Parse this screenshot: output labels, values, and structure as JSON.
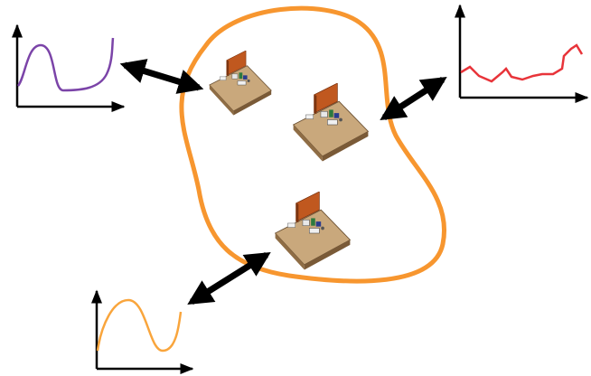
{
  "colors": {
    "background": "#ffffff",
    "region_outline": "#f7962f",
    "arrow": "#000000",
    "axis": "#000000",
    "curve_purple": "#7b44a8",
    "curve_red": "#e8343a",
    "curve_orange": "#f9a53c",
    "floor": "#c9a87c",
    "floor_side": "#8f6d45",
    "wall": "#c0581f",
    "wall_dark": "#7d3510"
  },
  "plots": [
    {
      "id": "plot-top-left",
      "series_color": "curve_purple",
      "shape": "bump-then-rise"
    },
    {
      "id": "plot-top-right",
      "series_color": "curve_red",
      "shape": "noisy-rising"
    },
    {
      "id": "plot-bottom-left",
      "series_color": "curve_orange",
      "shape": "wave"
    }
  ],
  "scenes": [
    {
      "id": "scene-top",
      "icon": "room-layout-icon"
    },
    {
      "id": "scene-middle",
      "icon": "room-layout-icon"
    },
    {
      "id": "scene-bottom",
      "icon": "room-layout-icon"
    }
  ],
  "arrows": [
    {
      "id": "arrow-top-left",
      "type": "bidirectional"
    },
    {
      "id": "arrow-top-right",
      "type": "bidirectional"
    },
    {
      "id": "arrow-bottom-left",
      "type": "bidirectional"
    }
  ]
}
